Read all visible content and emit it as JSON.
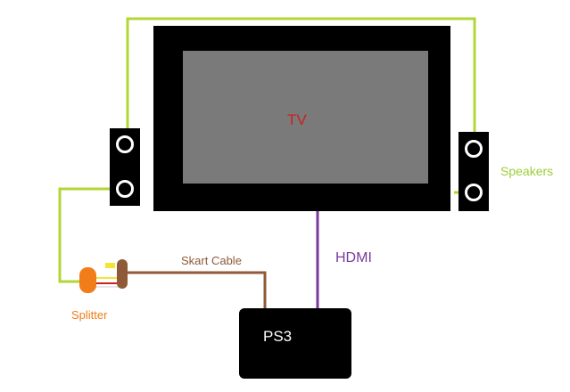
{
  "labels": {
    "tv": "TV",
    "speakers": "Speakers",
    "hdmi": "HDMI",
    "skart_cable": "Skart Cable",
    "splitter": "Splitter",
    "ps3": "PS3"
  },
  "colors": {
    "speaker_wire": "#b2d634",
    "hdmi_cable": "#7a3a9a",
    "skart_cable": "#8e5a37",
    "splitter": "#f07d1a",
    "tv_label": "#cc2020",
    "speakers_label": "#9fcd3c",
    "hdmi_label": "#7a3a9a",
    "skart_label": "#8e5a37",
    "splitter_label": "#f07d1a",
    "ps3_label": "#ffffff",
    "tv_bezel": "#000000",
    "tv_screen": "#7a7a7a",
    "speaker_box": "#000000"
  }
}
